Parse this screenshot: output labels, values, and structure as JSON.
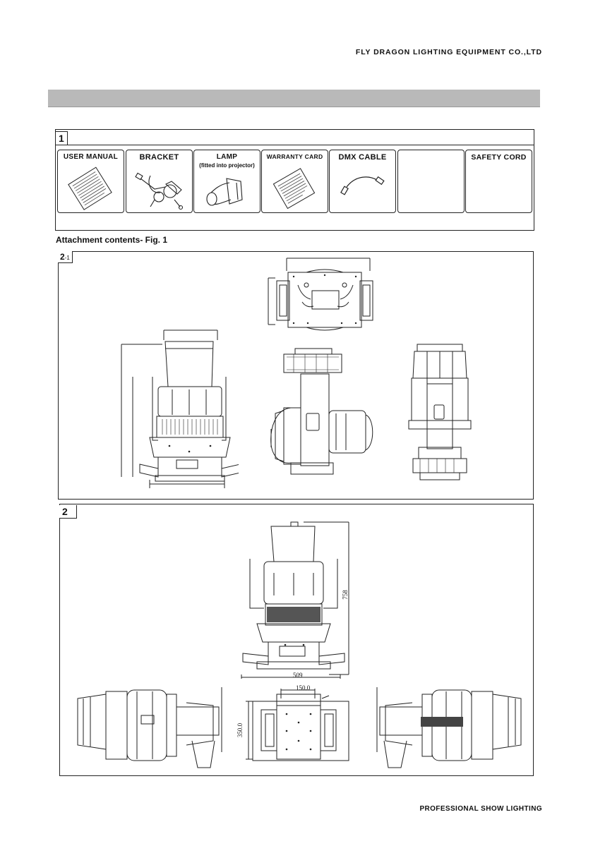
{
  "header": {
    "company": "FLY DRAGON LIGHTING EQUIPMENT CO.,LTD"
  },
  "section1": {
    "tag": "1",
    "caption": "Attachment contents- Fig. 1",
    "items": [
      {
        "label": "USER  MANUAL",
        "sub": ""
      },
      {
        "label": "BRACKET",
        "sub": ""
      },
      {
        "label": "LAMP",
        "sub": "(fitted into projector)"
      },
      {
        "label": "WARRANTY CARD",
        "sub": ""
      },
      {
        "label": "DMX CABLE",
        "sub": ""
      },
      {
        "label": "",
        "sub": ""
      },
      {
        "label": "SAFETY CORD",
        "sub": ""
      }
    ]
  },
  "section2_1": {
    "tag_main": "2",
    "tag_sub": "-1"
  },
  "section2": {
    "tag": "2",
    "dim_height": "758",
    "dim_width": "509",
    "dim_base_width": "150.0",
    "dim_base_depth": "350.0"
  },
  "footer": {
    "text": "PROFESSIONAL SHOW LIGHTING"
  }
}
